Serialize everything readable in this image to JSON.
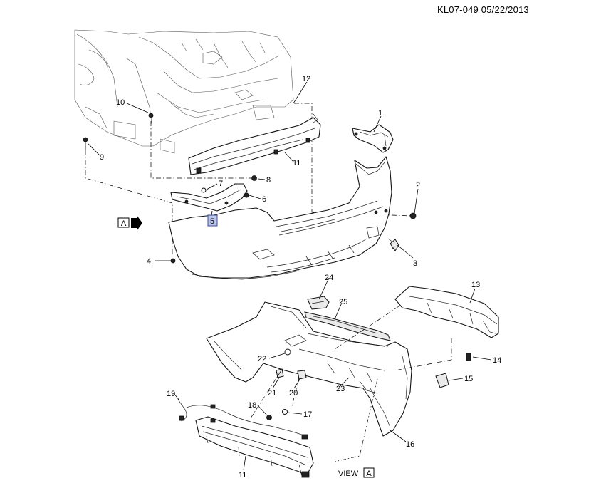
{
  "header": {
    "code_date": "KL07-049  05/22/2013"
  },
  "callouts": [
    {
      "id": "c1",
      "text": "1"
    },
    {
      "id": "c2",
      "text": "2"
    },
    {
      "id": "c3",
      "text": "3"
    },
    {
      "id": "c4",
      "text": "4"
    },
    {
      "id": "c5",
      "text": "5"
    },
    {
      "id": "c6",
      "text": "6"
    },
    {
      "id": "c7",
      "text": "7"
    },
    {
      "id": "c8",
      "text": "8"
    },
    {
      "id": "c9",
      "text": "9"
    },
    {
      "id": "c10",
      "text": "10"
    },
    {
      "id": "c11a",
      "text": "11"
    },
    {
      "id": "c12",
      "text": "12"
    },
    {
      "id": "c13",
      "text": "13"
    },
    {
      "id": "c14",
      "text": "14"
    },
    {
      "id": "c15",
      "text": "15"
    },
    {
      "id": "c16",
      "text": "16"
    },
    {
      "id": "c17",
      "text": "17"
    },
    {
      "id": "c18",
      "text": "18"
    },
    {
      "id": "c19",
      "text": "19"
    },
    {
      "id": "c20",
      "text": "20"
    },
    {
      "id": "c21",
      "text": "21"
    },
    {
      "id": "c22",
      "text": "22"
    },
    {
      "id": "c23",
      "text": "23"
    },
    {
      "id": "c24",
      "text": "24"
    },
    {
      "id": "c25",
      "text": "25"
    },
    {
      "id": "c11b",
      "text": "11"
    }
  ],
  "view_marker": {
    "letter": "A"
  },
  "view_label": {
    "prefix": "VIEW",
    "letter": "A"
  }
}
